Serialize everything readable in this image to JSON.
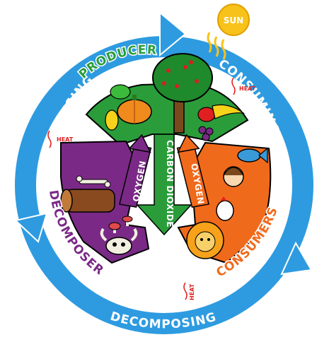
{
  "colors": {
    "ring": "#2e9be0",
    "ring_text": "#ffffff",
    "producers": "#2a9d3a",
    "consumers": "#f06a1c",
    "decomposers": "#7a2a86",
    "sun": "#f7c21a",
    "heat": "#e02020"
  },
  "sun": {
    "label": "SUN"
  },
  "cycle": {
    "fertilising": "FERTILISING",
    "consuming": "CONSUMING",
    "decomposing": "DECOMPOSING"
  },
  "sectors": {
    "producers": "PRODUCERS",
    "consumers": "CONSUMERS",
    "decomposers": "DECOMPOSERS"
  },
  "flows": {
    "carbon_dioxide": "CARBON DIOXIDE",
    "oxygen_left": "OXYGEN",
    "oxygen_right": "OXYGEN"
  },
  "heat": {
    "label": "HEAT"
  },
  "icons": [
    "sun-icon",
    "tree-icon",
    "pumpkin-icon",
    "lion-icon",
    "rooster-icon",
    "girl-icon",
    "fish-icon",
    "log-icon",
    "skull-icon",
    "mushroom-icon",
    "bone-icon"
  ]
}
